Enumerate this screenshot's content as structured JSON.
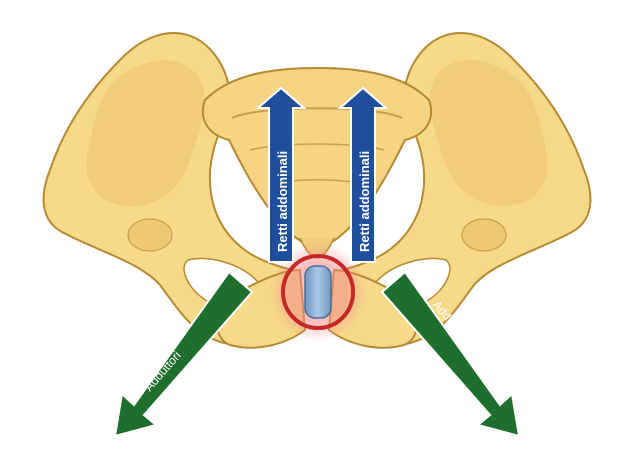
{
  "diagram": {
    "labels": {
      "rectus_left": "Retti addominali",
      "rectus_right": "Retti addominali",
      "adductor_left": "Adduttori",
      "adductor_right": "Adduttori"
    },
    "colors": {
      "bone_fill": "#F7D98A",
      "bone_shadow": "#E3B95A",
      "bone_outline": "#B58A33",
      "foramen_white": "#FFFFFF",
      "rectus_arrow": "#1F4E9C",
      "adductor_arrow": "#1E6E2E",
      "symphysis_disc": "#8FB3D9",
      "symphysis_ring": "#C62828",
      "arrow_text": "#FFFFFF"
    },
    "icons": {
      "pelvis": "pelvis-bone-illustration",
      "up_arrow": "arrow-up-icon",
      "down_arrow": "arrow-down-diagonal-icon",
      "highlight": "highlight-ring-icon"
    }
  }
}
